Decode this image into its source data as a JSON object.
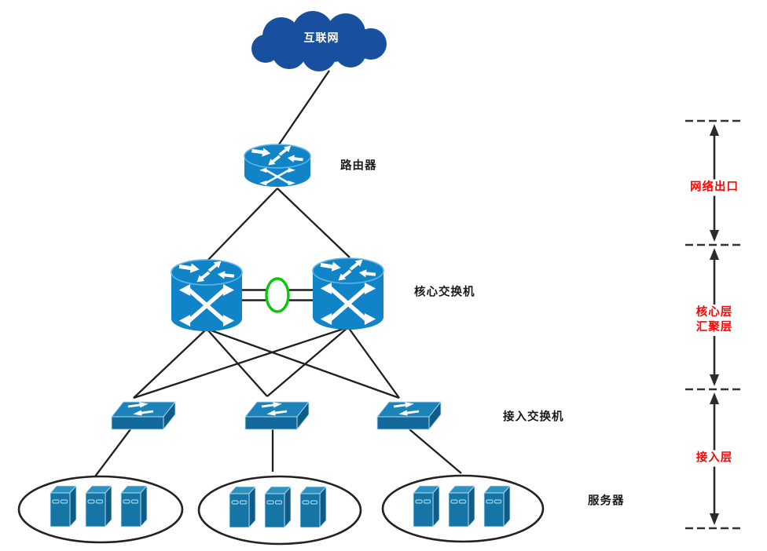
{
  "diagram": {
    "type": "network-topology",
    "description_labels": "campus network hierarchy"
  },
  "nodes": {
    "internet": {
      "label": "互联网"
    },
    "router": {
      "label": "路由器"
    },
    "core_switches": {
      "label": "核心交换机",
      "count": 2
    },
    "access_switches": {
      "label": "接入交换机",
      "count": 3
    },
    "server_groups": {
      "label": "服务器",
      "count": 3,
      "servers_per_group": 3
    }
  },
  "layers": {
    "network_exit": {
      "lines": [
        "网络出口"
      ]
    },
    "core_aggregation": {
      "lines": [
        "核心层",
        "汇聚层"
      ]
    },
    "access": {
      "lines": [
        "接入层"
      ]
    }
  },
  "icons": {
    "cloud": "internet-cloud-icon",
    "router": "router-cylinder-icon",
    "core_switch": "layer3-switch-cylinder-icon",
    "access_switch": "workgroup-switch-box-icon",
    "server": "server-tower-icon",
    "link_aggregation": "green-ellipse-bundle-icon"
  },
  "colors": {
    "cloud_blue": "#184f9e",
    "device_blue": "#1184c8",
    "device_rim_highlight": "#5eb5e4",
    "switch_top_blue": "#1b82ba",
    "switch_front_blue": "#14699c",
    "switch_side_blue": "#0d5c8a",
    "server_front_blue": "#1576a6",
    "server_top_blue": "#2e92c0",
    "link_aggregation_green": "#06c806",
    "layer_label_red": "#fe0505",
    "connection_line": "#1f1f1f",
    "separator_gray": "#333333"
  }
}
